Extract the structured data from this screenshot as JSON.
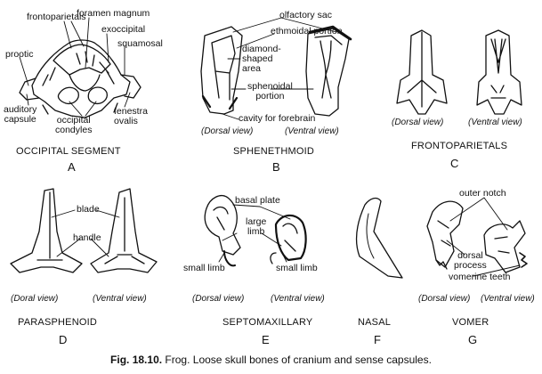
{
  "panels": {
    "A": {
      "title": "OCCIPITAL SEGMENT",
      "letter": "A",
      "labels": {
        "frontoparietals": "frontoparietals",
        "foramen_magnum": "foramen magnum",
        "exoccipital": "exoccipital",
        "squamosal": "squamosal",
        "prootic": "prootic",
        "auditory_capsule": "auditory\ncapsule",
        "occipital_condyles": "occipital\ncondyles",
        "fenestra_ovalis": "fenestra\novalis"
      }
    },
    "B": {
      "title": "SPHENETHMOID",
      "letter": "B",
      "labels": {
        "olfactory_sac": "olfactory sac",
        "ethmoidal_portion": "ethmoidal portion",
        "diamond_area": "diamond-\nshaped\narea",
        "sphenoidal_portion": "sphenoidal\nportion",
        "cavity_forebrain": "cavity for forebrain"
      },
      "views": [
        "(Dorsal view)",
        "(Ventral view)"
      ]
    },
    "C": {
      "title": "FRONTOPARIETALS",
      "letter": "C",
      "views": [
        "(Dorsal view)",
        "(Ventral view)"
      ]
    },
    "D": {
      "title": "PARASPHENOID",
      "letter": "D",
      "labels": {
        "blade": "blade",
        "handle": "handle"
      },
      "views": [
        "(Doral view)",
        "(Ventral view)"
      ]
    },
    "E": {
      "title": "SEPTOMAXILLARY",
      "letter": "E",
      "labels": {
        "basal_plate": "basal plate",
        "large_limb": "large\nlimb",
        "small_limb_left": "small limb",
        "small_limb_right": "small limb"
      },
      "views": [
        "(Dorsal view)",
        "(Ventral view)"
      ]
    },
    "F": {
      "title": "NASAL",
      "letter": "F"
    },
    "G": {
      "title": "VOMER",
      "letter": "G",
      "labels": {
        "outer_notch": "outer notch",
        "dorsal_process": "dorsal\nprocess",
        "vomerine_teeth": "vomerine teeth"
      },
      "views": [
        "(Dorsal view)",
        "(Ventral view)"
      ]
    }
  },
  "caption": {
    "fig_label": "Fig. 18.10.",
    "text": "Frog. Loose skull bones of cranium and sense capsules."
  }
}
